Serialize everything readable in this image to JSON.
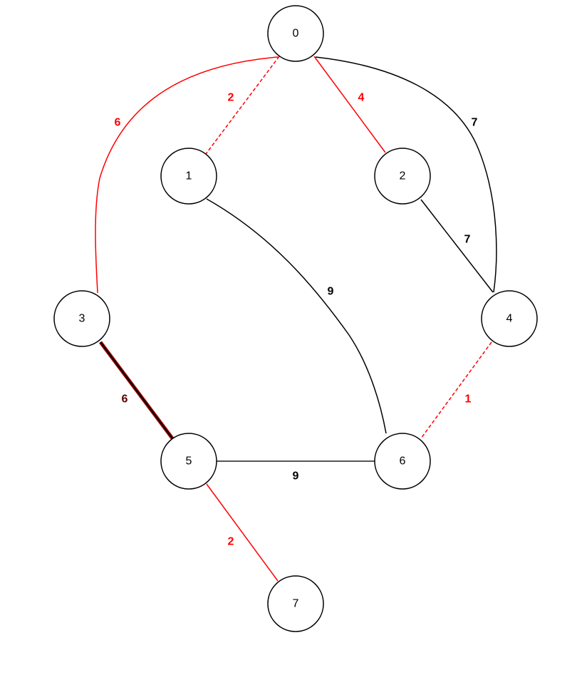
{
  "graph": {
    "nodes": [
      {
        "id": "0",
        "label": "0"
      },
      {
        "id": "1",
        "label": "1"
      },
      {
        "id": "2",
        "label": "2"
      },
      {
        "id": "3",
        "label": "3"
      },
      {
        "id": "4",
        "label": "4"
      },
      {
        "id": "5",
        "label": "5"
      },
      {
        "id": "6",
        "label": "6"
      },
      {
        "id": "7",
        "label": "7"
      }
    ],
    "edges": [
      {
        "from": "0",
        "to": "1",
        "weight": "2",
        "color": "#ff0000",
        "style": "dashed",
        "highlight": false
      },
      {
        "from": "0",
        "to": "2",
        "weight": "4",
        "color": "#ff0000",
        "style": "solid",
        "highlight": false
      },
      {
        "from": "0",
        "to": "3",
        "weight": "6",
        "color": "#ff0000",
        "style": "solid",
        "highlight": false
      },
      {
        "from": "0",
        "to": "4",
        "weight": "7",
        "color": "#000000",
        "style": "solid",
        "highlight": false
      },
      {
        "from": "1",
        "to": "6",
        "weight": "9",
        "color": "#000000",
        "style": "solid",
        "highlight": false
      },
      {
        "from": "2",
        "to": "4",
        "weight": "7",
        "color": "#000000",
        "style": "solid",
        "highlight": false
      },
      {
        "from": "3",
        "to": "5",
        "weight": "6",
        "color": "#000000",
        "style": "solid",
        "highlight": true
      },
      {
        "from": "4",
        "to": "6",
        "weight": "1",
        "color": "#ff0000",
        "style": "dashed",
        "highlight": false
      },
      {
        "from": "5",
        "to": "6",
        "weight": "9",
        "color": "#555555",
        "style": "solid",
        "highlight": false
      },
      {
        "from": "5",
        "to": "7",
        "weight": "2",
        "color": "#ff0000",
        "style": "solid",
        "highlight": false
      }
    ]
  },
  "colors": {
    "tree_edge": "#ff0000",
    "non_tree_edge": "#000000",
    "highlight_edge": "#aa0000",
    "highlight_label": "#5a0000"
  }
}
